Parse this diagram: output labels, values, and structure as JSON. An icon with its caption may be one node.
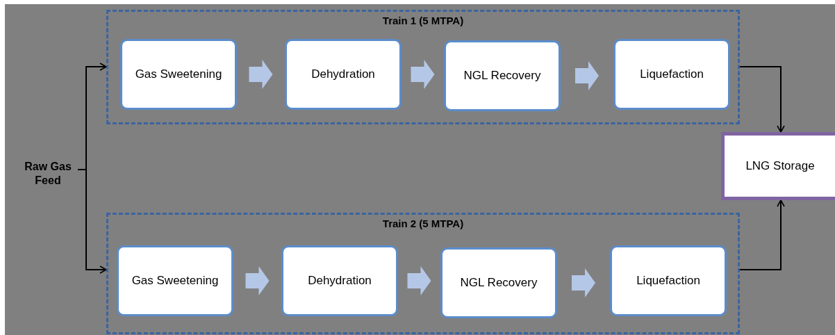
{
  "diagram": {
    "nodes": [
      {
        "text": [
          "Raw Gas Feed"
        ]
      },
      {
        "text": [
          "Train 1 (5 MTPA)"
        ]
      },
      {
        "text": [
          "Gas Sweetening"
        ],
        "in": 1
      },
      {
        "text": [
          "Dehydration"
        ],
        "in": 1
      },
      {
        "text": [
          "NGL Recovery"
        ],
        "in": 1
      },
      {
        "text": [
          "Liquefaction"
        ],
        "in": 1
      },
      {
        "text": [
          "Train 2 (5 MTPA)"
        ]
      },
      {
        "text": [
          "Gas Sweetening"
        ],
        "in": 6
      },
      {
        "text": [
          "Dehydration"
        ],
        "in": 6
      },
      {
        "text": [
          "NGL Recovery"
        ],
        "in": 6
      },
      {
        "text": [
          "Liquefaction"
        ],
        "in": 6
      },
      {
        "text": [
          "LNG Storage"
        ]
      }
    ],
    "edges": [
      {
        "from": 0,
        "to": 1,
        "arrow": "to"
      },
      {
        "from": 0,
        "to": 6,
        "arrow": "to"
      },
      {
        "from": 2,
        "to": 3,
        "arrow": "to",
        "style": "thick",
        "color": "#b4c7e7"
      },
      {
        "from": 3,
        "to": 4,
        "arrow": "to",
        "style": "thick",
        "color": "#b4c7e7"
      },
      {
        "from": 4,
        "to": 5,
        "arrow": "to",
        "style": "thick",
        "color": "#b4c7e7"
      },
      {
        "from": 7,
        "to": 8,
        "arrow": "to",
        "style": "thick",
        "color": "#b4c7e7"
      },
      {
        "from": 8,
        "to": 9,
        "arrow": "to",
        "style": "thick",
        "color": "#b4c7e7"
      },
      {
        "from": 9,
        "to": 10,
        "arrow": "to",
        "style": "thick",
        "color": "#b4c7e7"
      },
      {
        "from": 1,
        "to": 11,
        "arrow": "to"
      },
      {
        "from": 6,
        "to": 11,
        "arrow": "to"
      }
    ]
  }
}
